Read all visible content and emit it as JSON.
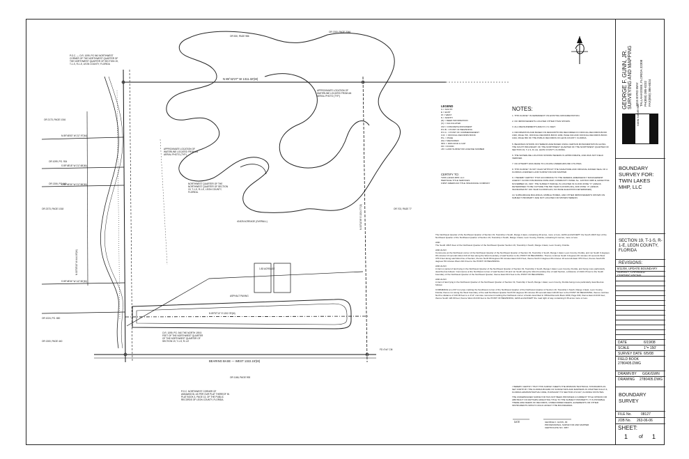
{
  "surveyor": {
    "name": "GEORGE F. GUNN, JR.",
    "line2": "SURVEYING AND MAPPING",
    "address1": "1815 BYRD WAY",
    "address2": "TALLAHASSEE, FLORIDA 32308",
    "phone1": "PH(850) 385-0232",
    "phone2": "FAX(850) 386-6024"
  },
  "title_block": {
    "project_title": "BOUNDARY SURVEY FOR: TWIN LAKES MHP, LLC",
    "location": "SECTION 19, T-1-S, R-1-E, LEON COUNTY, FLORIDA",
    "revisions_label": "REVISIONS:",
    "revision_1": "8/11/08, UPDATE BOUNDARY SURVEY, CHANGED CERTIFICATIONS",
    "date_label": "DATE",
    "date_value": "6/19/08",
    "scale_label": "SCALE",
    "scale_value": "1\"= 150'",
    "survey_date_label": "SURVEY DATE",
    "survey_date_value": "6/5/08",
    "field_book_label": "FIELD BOOK",
    "field_book_value": "2780405.DWG",
    "drawn_by_label": "DRAWN BY",
    "drawn_by_value": "GGK/GWN",
    "drawing_label": "DRAWING",
    "drawing_value": "2780405.DWG",
    "sheet_title": "BOUNDARY SURVEY",
    "file_no_label": "FILE No.",
    "file_no_value": "08127",
    "job_no_label": "JOB No.",
    "job_no_value": "263-06-06",
    "sheet_label": "SHEET:",
    "sheet_num": "1",
    "of_label": "of",
    "sheet_total": "1",
    "logo_text": "GUNN SURVEYING"
  },
  "notes": {
    "heading": "NOTES:",
    "items": [
      "1.  THIS SURVEY IS DEPENDENT ON EXISTING MONUMENTATION.",
      "2.  NO IMPROVEMENTS LOCATED OTHER THAN SHOWN.",
      "3.  ALL MEASUREMENTS ARE IN U.S. FEET.",
      "4.  INFORMATION AND BASED ON DESCRIPTIONS RECORDED IN OFFICIAL RECORDS BOOK 1300, PAGE 700, OFFICIAL RECORDS BOOK 1099, PAGE 934 AND OFFICIAL RECORDS BOOK 1024, PAGE 650 OF THE PUBLIC RECORDS OF LEON COUNTY, FLORIDA.",
      "5.  BEARINGS SHOWN ON HEREON ARE BASED USING CERTAIN MONUMENTATION ALONG THE SOUTH BOUNDARY OF THE NORTHWEST QUARTER OF THE NORTHWEST QUARTER OF SECTION 19, T-1-S, R-1-E, LEON COUNTY, FLORIDA.",
      "6.  THE WATERLINE LOCATION SHOWN HEREON IS APPROXIMATE, AND WAS NOT FIELD VERIFIED.",
      "7.  NO ATTEMPT WAS MADE TO LOCATE UNDERGROUND UTILITIES.",
      "8.  THIS SURVEY IS NOT VALID WITHOUT THE SIGNATURE AND ORIGINAL RAISED SEAL OF A FLORIDA LICENSED LAND SURVEYOR AND MAPPER.",
      "9.  I HEREBY CERTIFY THAT ACCORDING TO THE FEDERAL EMERGENCY MANAGEMENT AGENCY FLOOD INSURANCE RATE MAP, COMMUNITY PANEL No. 12073C0 0065 E, EFFECTIVE NOVEMBER 19, 1997, THE SUBJECT PARCEL IS LOCATED IN FLOOD ZONE \"X\" (AREAS DETERMINED TO BE OUTSIDE THE 500 YEAR FLOODPLAIN), AND ZONE \"A\" (AREAS INUNDATED BY 100 YEAR FLOODPLAIN, NO BASE ELEVATION DETERMINED).",
      "10. SUBSURFACE BUILDINGS, MOBILE HOMES, AND OTHER IMPROVEMENTS SHOWN ON SUBJECT PROPERTY ARE NOT LOCATED OR SHOWN HEREON."
    ]
  },
  "legend": {
    "heading": "LEGEND",
    "items": [
      "S  = SOUTH",
      "E  = EAST",
      "W  = WEST",
      "N  = NORTH",
      "(D) = DEED INFORMATION",
      "(C) = CALCULATED",
      "CM  = CONCRETE MONUMENT",
      "P.O.B. = POINT OF BEGINNING",
      "P.O.C. = POINT OF COMMENCEMENT",
      "O.R. = OFFICIAL RECORDS BOOK",
      "PG. = PAGE",
      "(M) = MEASURED",
      "IR/C = IRON ROD & CAP",
      "FD  = FOUND",
      "LB  = LAND SURVEYOR LICENSE NUMBER"
    ]
  },
  "certify": {
    "heading": "CERTIFY TO:",
    "lines": [
      "TWIN LAKES MHP, LLC",
      "HERITAGE TITLE SERVICES",
      "FIRST AMERICAN TITLE INSURANCE COMPANY"
    ]
  },
  "description": {
    "p1": "The Northwest Quarter of the Northwest Quarter of Section 19, Township 1 South, Range 1 East, containing 40 acres, more or less, LESS and EXCEPT: the South 199.5 feet of the Northwest Quarter of the Northwest Quarter of Section 19, Township 1 South, Range 1 East, Leon County, Florida, containing 6.4 acres, more or less.",
    "and1": "AND",
    "p2": "The South 199.5 Feet of the Northwest Quarter of the Northwest Quarter Section 19, Township 1 South, Range 1 East, Leon County, Florida.",
    "and2": "AND ALSO:",
    "p3": "Commence at the Northwest corner of the Northwest Quarter of the Northwest Quarter of Section 19, Township 1 South, Range 1 East, Leon County, Florida, and run South 0 degrees 06 minutes 10 seconds West 210.13 feet along the West boundary of said Section to the POINT OF BEGINNING. Thence continue South 0 degrees 06 minutes 10 seconds West 375.0 feet along said West line of Section, thence North 89 degrees 50 minutes East 210.0 feet, thence North 0 degrees 06 minutes 10 seconds East 375.0 feet, thence South 89 degrees 50 minutes West 210.0 feet to the POINT OF BEGINNING.",
    "and3": "AND ALSO:",
    "p4": "A tract or parcel of land lying in the Northwest Quarter of the Northwest Quarter of Section 19, Township 1 South, Range 1 East, Leon County, Florida, and being more particularly described as follows: Commence at the Northwest corner of said Section 19 and run South along the West boundary line of said Section, a distance of 1322.15 feet to the South boundary of the Northwest Quarter of the Northwest Quarter; thence East 60.0 feet to the POINT OF BEGINNING.",
    "and4": "AND ALSO:",
    "p5": "A tract of land lying in the Northwest Quarter of the Northwest Quarter of Section 19, Township 1 South, Range 1 East, Leon County, Florida being more particularly described as follows:",
    "p6": "COMMENCE at a 3/4\" iron pipe marking the Southwest corner of the Northwest Quarter of the Northwest Quarter of Section 19, Township 1 South, Range 1 East, Leon County, Florida; thence run along the West boundary of the said Northwest Quarter North 00 degrees 00 minutes 00 seconds East 140.00 feet to the POINT OF BEGINNING; thence continue North a distance of 120.00 feet to a 4\"x4\" concrete monument marking the Northwest corner of lands described in Official Records Book 1099, Page 934; thence East 210.00 feet; thence South 120.00 feet; thence West 210.00 feet to the POINT OF BEGINNING; LESS and EXCEPT the road right of way containing 0.36 acres more or less."
  },
  "surveyor_cert": {
    "text": "I HEREBY CERTIFY THAT THIS SURVEY MEETS THE MINIMUM TECHNICAL STANDARDS AS SET FORTH BY THE FLORIDA BOARD OF SURVEYORS AND MAPPERS IN CHAPTER 61G17-6, FLORIDA ADMINISTRATIVE CODE, PURSUANT TO SECTION 472.027, FLORIDA STATUTES.",
    "text2": "THE UNDERSIGNED SURVEYOR HAS NOT BEEN PROVIDED A CURRENT TITLE OPINION OR ABSTRACT OF MATTERS AFFECTING TITLE TO THE SUBJECT PROPERTY. IT IS POSSIBLE THERE ARE DEEDS OF RECORDS, UNRECORDED DEEDS, EASEMENTS OR OTHER INSTRUMENTS WHICH COULD AFFECT THE BOUNDARIES.",
    "date_label": "DATE",
    "signer": "GEORGE F. GUNN, JR.",
    "signer_title": "PROFESSIONAL SURVEYOR AND MAPPER",
    "cert_no": "CERTIFICATE NO. 3057"
  },
  "map_labels": {
    "or_top": "OR 530, PAGE 986",
    "or_top_right": "OR 1300, PAGE 2046",
    "north_line": "N 89°42'27\" W   1311.32'(M)",
    "poc_top": "P.O.C. — O.R. 1099, PG 940 NORTHWEST CORNER OF THE NORTHWEST QUARTER OF THE NORTHWEST QUARTER OF SECTION 19, T-1-S, R-1-E, LEON COUNTY, FLORIDA",
    "waterline_1": "APPROXIMATE LOCATION OF WATERLINE LOCATED FROM AN AERIAL PHOTO (TYP.)",
    "waterline_2": "APPROXIMATE LOCATION OF WATERLINE LOCATED FROM AN AERIAL PHOTO (TYP.)",
    "nw_quarter": "NORTHWEST QUARTER OF THE NORTHWEST QUARTER OF SECTION 19, T-1-S, R-1-E, LEON COUNTY, FLORIDA.",
    "acreage": "40.825 ACREAGE (OVERALL)",
    "or_2173": "OR 2173, PAGE 1016",
    "or_1099": "OR 1099, PG. 934",
    "or_1306": "OR 1306, PG 640",
    "or_2373": "OR 2373, PAGE 1018",
    "or_1024": "OR 1024, PG. 650",
    "or_1300": "OR 1300, PAGE 440",
    "or_1166": "OR 1166, PAGE 993",
    "or_703": "OR 703, PAGE 77",
    "acreage_2": "1.83 ACREAGE",
    "south_line": "BEARING BASE — WEST   1322.15'(M)",
    "inner_line": "N 89°57'10\" E   1202.78'(M)",
    "asphalt": "ASPHALT PAVING",
    "dim_1": "N 89°46'53\" W  217.97'(M)",
    "dim_2": "S 89°48'18\" W  217.68'(M)",
    "dim_3": "S 89°46'34\" W  217.56'(M)",
    "dim_4": "N 00°05'10\" W  444.95'(M)",
    "dim_5": "S 89°48'34\" W  147.50'(M)",
    "east_line": "N 00°11'38\" E  1324.77'(D)",
    "poc_bottom": "P.O.C. NORTHWEST CORNER OF ANNAWOOD, AS PER OUR PLAT THEREOF IN PLAT BOOK 4, PAGE 13, OF THE PUBLIC RECORDS OF LEON COUNTY, FLORIDA.",
    "sw_note": "O.R. 1099, PG. 940 THE NORTH 199.5 FEET OF THE NORTHWEST QUARTER OF THE NORTHWEST QUARTER OF SECTION 19, T-1-S, R-1-E",
    "found_cm": "FD 4\"x4\" CM"
  }
}
